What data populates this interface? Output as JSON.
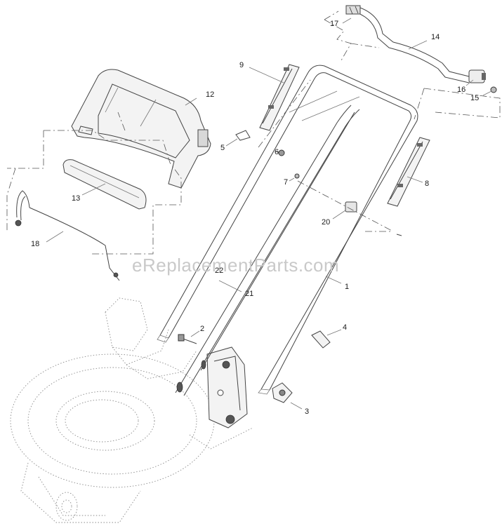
{
  "watermark": "eReplacementParts.com",
  "callouts": [
    {
      "id": "p1",
      "label": "1"
    },
    {
      "id": "p2",
      "label": "2"
    },
    {
      "id": "p3",
      "label": "3"
    },
    {
      "id": "p4",
      "label": "4"
    },
    {
      "id": "p5",
      "label": "5"
    },
    {
      "id": "p6",
      "label": "6"
    },
    {
      "id": "p7",
      "label": "7"
    },
    {
      "id": "p8",
      "label": "8"
    },
    {
      "id": "p9",
      "label": "9"
    },
    {
      "id": "p12",
      "label": "12"
    },
    {
      "id": "p13",
      "label": "13"
    },
    {
      "id": "p14",
      "label": "14"
    },
    {
      "id": "p15",
      "label": "15"
    },
    {
      "id": "p16",
      "label": "16"
    },
    {
      "id": "p17",
      "label": "17"
    },
    {
      "id": "p18",
      "label": "18"
    },
    {
      "id": "p20",
      "label": "20"
    },
    {
      "id": "p21",
      "label": "21"
    },
    {
      "id": "p22",
      "label": "22"
    }
  ]
}
